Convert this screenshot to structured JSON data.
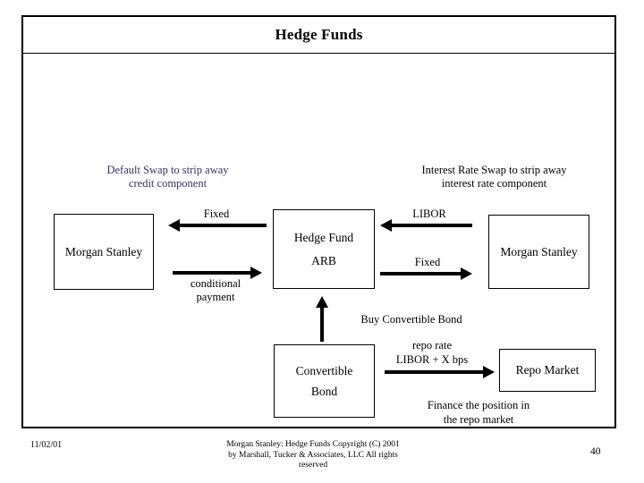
{
  "slide": {
    "title": "Hedge Funds",
    "page_number": "40",
    "footer": {
      "date": "11/02/01",
      "copyright_line1": "Morgan Stanley:  Hedge Funds    Copyright (C) 2001",
      "copyright_line2": "by Marshall, Tucker & Associates, LLC   All rights",
      "copyright_line3": "reserved"
    }
  },
  "colors": {
    "swap_note_navy": "#333366",
    "line_black": "#000000"
  },
  "annotations": {
    "default_swap": {
      "line1": "Default Swap to strip away",
      "line2": "credit component"
    },
    "interest_rate_swap": {
      "line1": "Interest Rate Swap to strip away",
      "line2": "interest rate component"
    },
    "buy_convertible_bond": "Buy Convertible Bond",
    "finance": {
      "line1": "Finance the position in",
      "line2": "the repo market"
    }
  },
  "boxes": {
    "morgan_stanley_left": "Morgan Stanley",
    "hedge_fund": {
      "line1": "Hedge Fund",
      "line2": "ARB"
    },
    "morgan_stanley_right": "Morgan Stanley",
    "convertible_bond": {
      "line1": "Convertible",
      "line2": "Bond"
    },
    "repo_market": "Repo Market"
  },
  "arrow_labels": {
    "fixed_left": "Fixed",
    "libor": "LIBOR",
    "fixed_right": "Fixed",
    "conditional_payment": {
      "line1": "conditional",
      "line2": "payment"
    },
    "repo_rate": {
      "line1": "repo rate",
      "line2": "LIBOR + X bps"
    }
  }
}
